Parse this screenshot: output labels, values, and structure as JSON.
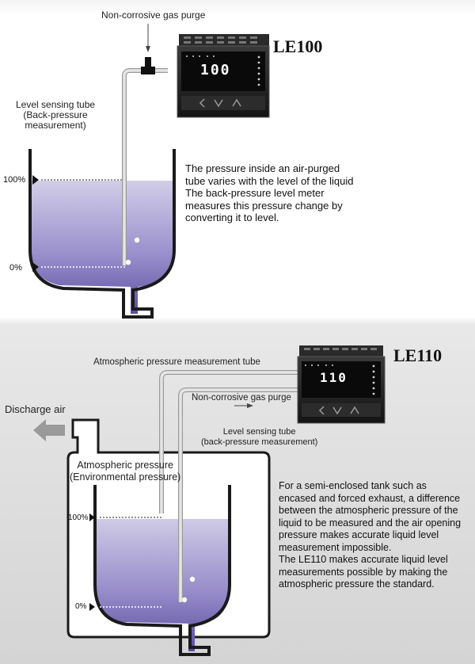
{
  "section1": {
    "model_name": "LE100",
    "display_value": "100",
    "gas_purge_label": "Non-corrosive gas purge",
    "tube_label": "Level sensing tube\n(Back-pressure\nmeasurement)",
    "level_high": "100%",
    "level_low": "0%",
    "description": "The pressure inside an air-purged\ntube varies with the level of the liquid\nThe back-pressure level meter\nmeasures this pressure change by\nconverting it to level."
  },
  "section2": {
    "model_name": "LE110",
    "display_value": "110",
    "atm_tube_label": "Atmospheric pressure measurement tube",
    "gas_purge_label": "Non-corrosive gas purge",
    "tube_label": "Level sensing tube\n(back-pressure measurement)",
    "discharge_label": "Discharge air",
    "atm_pressure_label": "Atmospheric pressure\n(Environmental pressure)",
    "level_high": "100%",
    "level_low": "0%",
    "description": "For a semi-enclosed tank such as\nencased and forced exhaust, a difference\nbetween the atmospheric pressure of the\nliquid to be measured and the air opening\npressure makes accurate liquid level\nmeasurement impossible.\nThe LE110 makes accurate liquid level\nmeasurements possible by making the\natmospheric pressure the standard."
  },
  "colors": {
    "liquid_top": "#c9c3e2",
    "liquid_bottom": "#5c4fa2",
    "tank_wall": "#1a1a1a",
    "tube": "#d8d8d8",
    "controller": "#1c1c1c",
    "arrow": "#9a9a9a"
  }
}
